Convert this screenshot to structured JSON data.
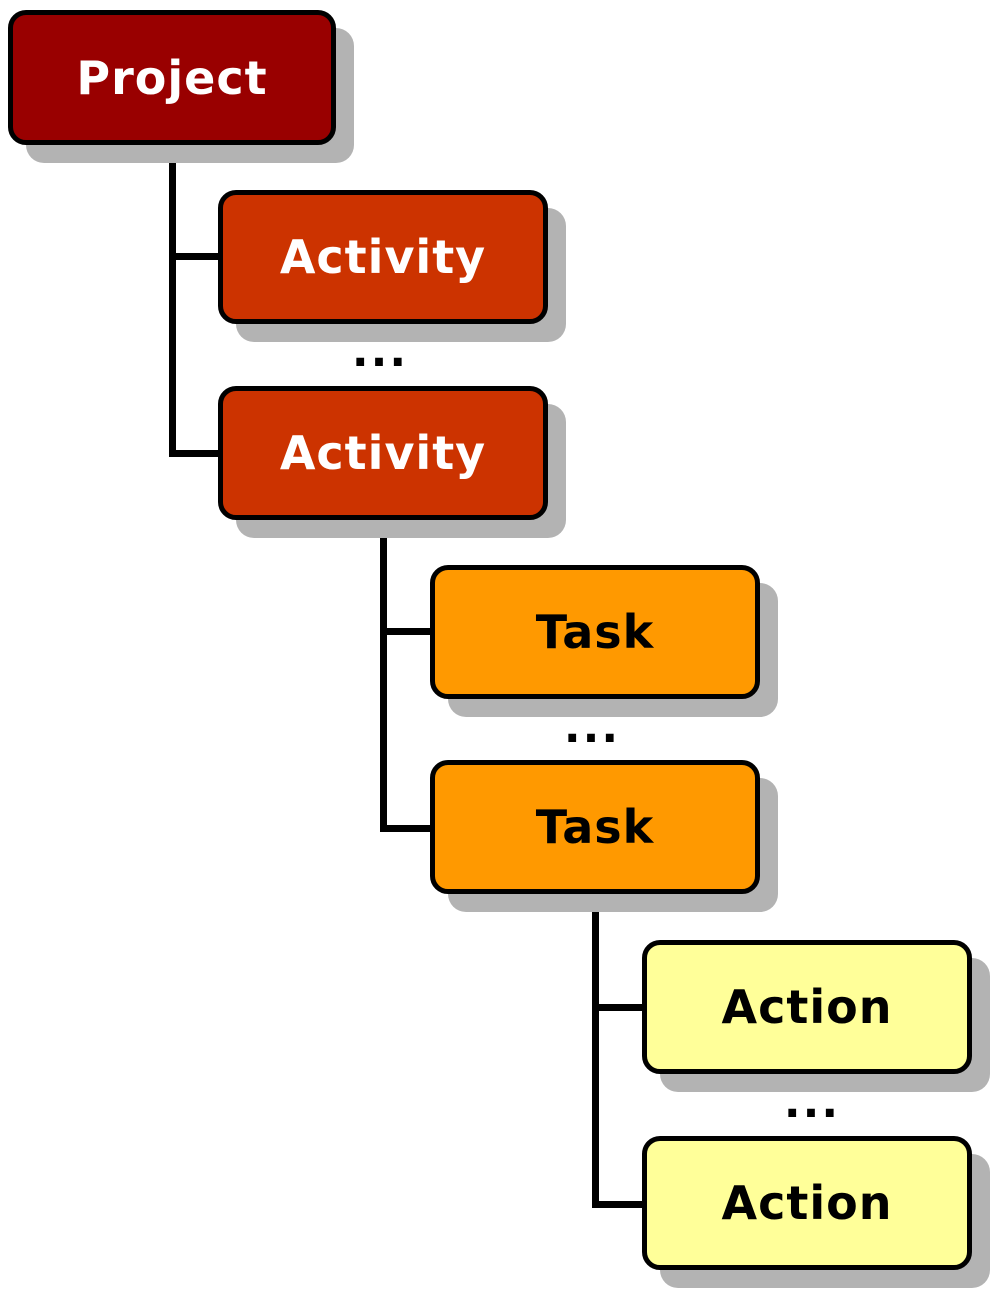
{
  "hierarchy": {
    "root": {
      "label": "Project"
    },
    "activities": [
      {
        "label": "Activity"
      },
      {
        "label": "Activity"
      }
    ],
    "activity_ellipsis": "...",
    "tasks": [
      {
        "label": "Task"
      },
      {
        "label": "Task"
      }
    ],
    "task_ellipsis": "...",
    "actions": [
      {
        "label": "Action"
      },
      {
        "label": "Action"
      }
    ],
    "action_ellipsis": "..."
  },
  "colors": {
    "project_fill": "#990000",
    "activity_fill": "#cc3300",
    "task_fill": "#ff9900",
    "action_fill": "#ffff99",
    "outline": "#000000",
    "shadow": "#b3b3b3"
  }
}
